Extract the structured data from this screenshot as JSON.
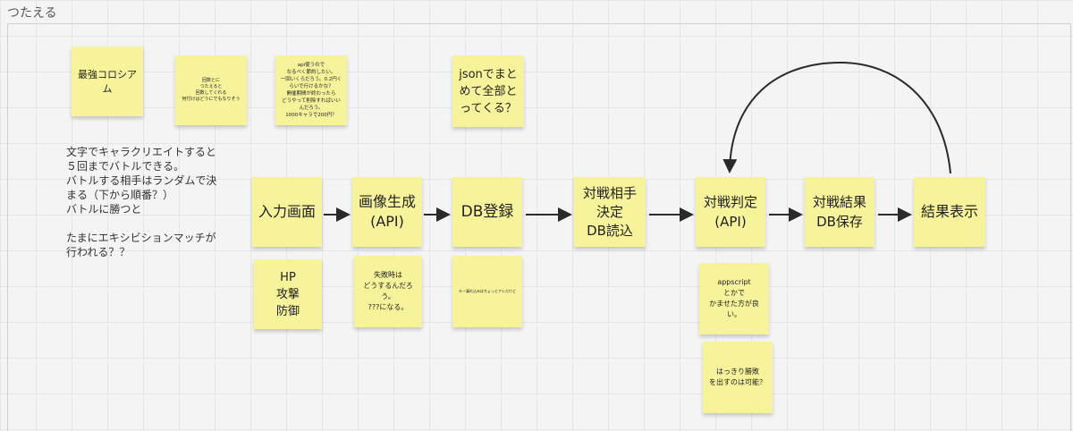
{
  "board": {
    "title": "つたえる"
  },
  "top_notes": {
    "arena": "最強コロシアム",
    "tiny1": "回数とに\nつたえると\n回数してくれる\n何付けはどうにでもなりそう",
    "api_cost": "api使うので\nなるべく節約したい。\n一回いくらだろう。0.2円く\nらいで行けるかな？\n開催期間が終わったら\nどうやって削除すればいい\nんだろう。\n1000キャラで200円？",
    "json": "jsonでまと\nめて全部と\nってくる？"
  },
  "description": "文字でキャラクリエイトすると\n５回までバトルできる。\nバトルする相手はランダムで決\nまる（下から順番？）\nバトルに勝つと\n\nたまにエキシビションマッチが\n行われる？？",
  "flow": {
    "input": "入力画面",
    "image_gen": "画像生成\n(API)",
    "db_register": "DB登録",
    "opponent": "対戦相手\n決定\nDB読込",
    "judge": "対戦判定\n(API)",
    "result_save": "対戦結果\nDB保存",
    "result_show": "結果表示"
  },
  "sub_notes": {
    "stats": "HP\n攻撃\n防御",
    "failure": "失敗時は\nどうするんだろう。\n???になる。",
    "db_tiny": "キー漏れ込みはちょっとアレだけど",
    "appscript": "appscript\nとかで\nかませた方が良い。",
    "clear_result": "はっきり勝敗\nを出すのは可能？"
  },
  "colors": {
    "sticky": "#f7f39b",
    "arrow": "#2a2a2a",
    "grid": "#e6e6e6"
  }
}
